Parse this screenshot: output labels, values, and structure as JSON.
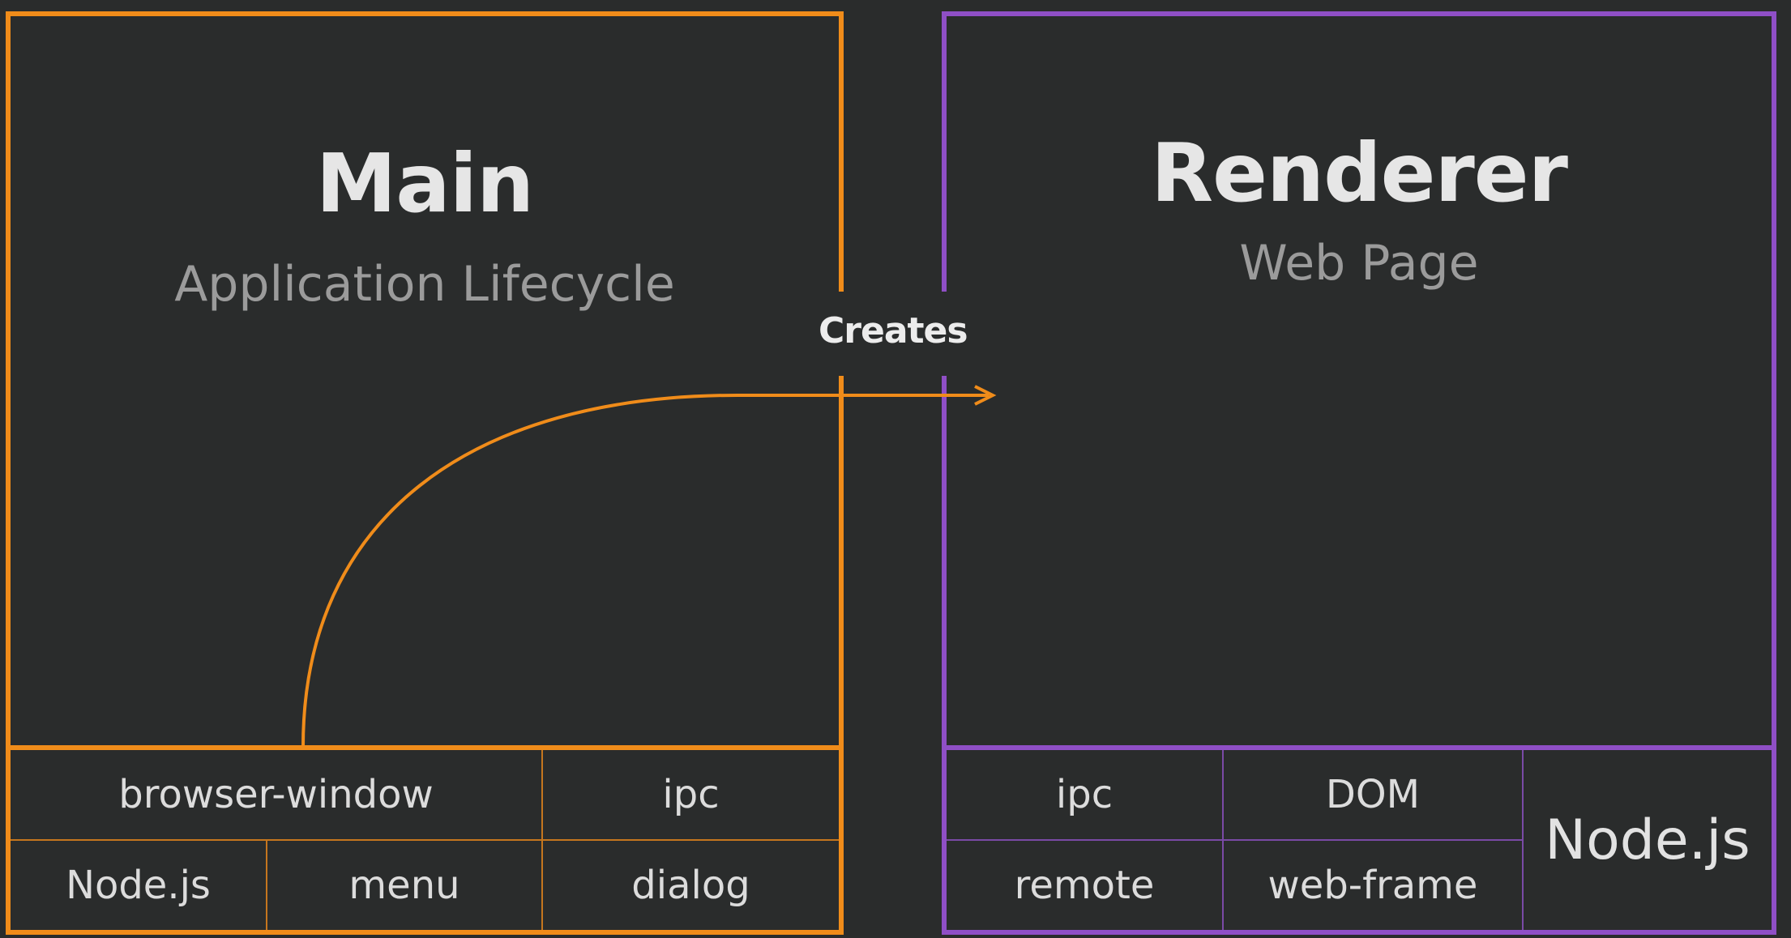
{
  "main": {
    "title": "Main",
    "subtitle": "Application Lifecycle",
    "modules": {
      "browser_window": "browser-window",
      "ipc": "ipc",
      "nodejs": "Node.js",
      "menu": "menu",
      "dialog": "dialog"
    }
  },
  "renderer": {
    "title": "Renderer",
    "subtitle": "Web Page",
    "modules": {
      "ipc": "ipc",
      "dom": "DOM",
      "nodejs": "Node.js",
      "remote": "remote",
      "web_frame": "web-frame"
    }
  },
  "connector": {
    "label": "Creates"
  },
  "colors": {
    "main": "#f08c1a",
    "renderer": "#8f4fc6",
    "background": "#2a2c2c"
  }
}
